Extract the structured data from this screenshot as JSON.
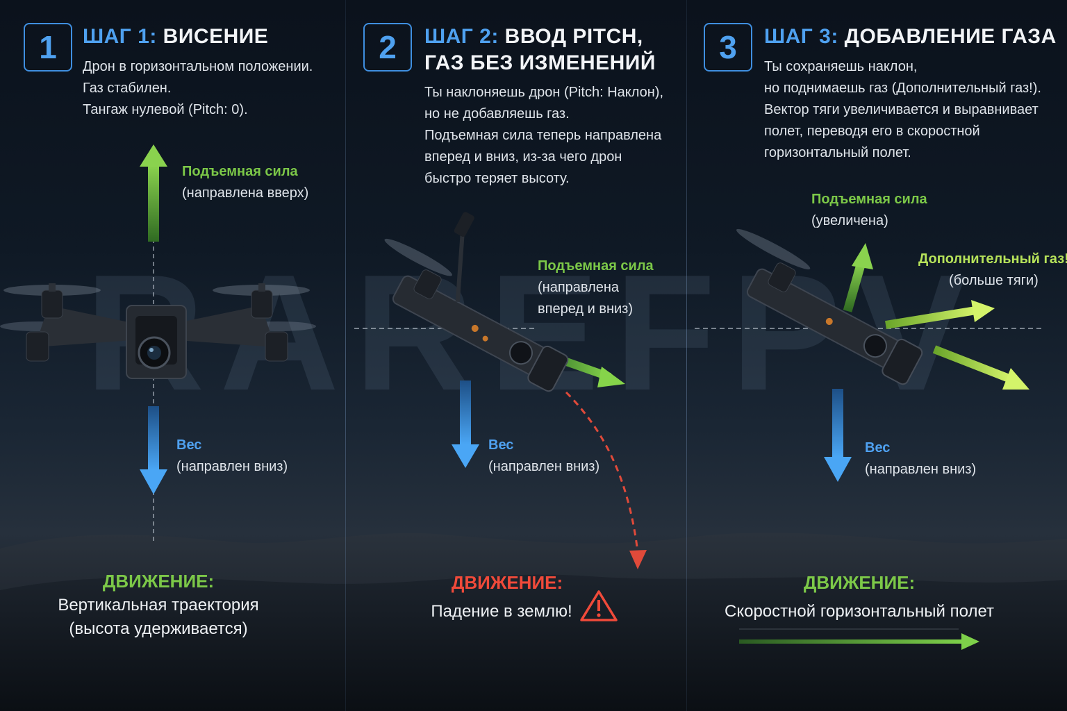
{
  "watermark": "RAREFPV",
  "steps": [
    {
      "number": "1",
      "title_label": "ШАГ 1:",
      "title_text": "ВИСЕНИЕ",
      "description": [
        "Дрон в горизонтальном положении.",
        "Газ стабилен.",
        "Тангаж нулевой (Pitch: 0)."
      ],
      "forces": [
        {
          "title": "Подъемная сила",
          "sub": [
            "(направлена вверх)"
          ]
        },
        {
          "title": "Вес",
          "sub": [
            "(направлен вниз)"
          ]
        }
      ],
      "motion_title": "ДВИЖЕНИЕ:",
      "motion_text": [
        "Вертикальная траектория",
        "(высота удерживается)"
      ]
    },
    {
      "number": "2",
      "title_label": "ШАГ 2:",
      "title_text": "ВВОД PITCH,",
      "title_line2": "ГАЗ БЕЗ ИЗМЕНЕНИЙ",
      "description": [
        "Ты наклоняешь дрон (Pitch: Наклон),",
        "но не добавляешь газ.",
        "Подъемная сила теперь направлена",
        "вперед и вниз, из-за чего дрон",
        "быстро теряет высоту."
      ],
      "forces": [
        {
          "title": "Подъемная сила",
          "sub": [
            "(направлена",
            "вперед и вниз)"
          ]
        },
        {
          "title": "Вес",
          "sub": [
            "(направлен вниз)"
          ]
        }
      ],
      "motion_title": "ДВИЖЕНИЕ:",
      "motion_text": [
        "Падение в землю!"
      ]
    },
    {
      "number": "3",
      "title_label": "ШАГ 3:",
      "title_text": "ДОБАВЛЕНИЕ ГАЗА",
      "description": [
        "Ты сохраняешь наклон,",
        "но поднимаешь газ (Дополнительный газ!).",
        "Вектор тяги увеличивается и выравнивает",
        "полет, переводя его в скоростной",
        "горизонтальный полет."
      ],
      "forces": [
        {
          "title": "Подъемная сила",
          "sub": [
            "(увеличена)"
          ]
        },
        {
          "title": "Дополнительный газ!",
          "sub": [
            "(больше тяги)"
          ]
        },
        {
          "title": "Вес",
          "sub": [
            "(направлен вниз)"
          ]
        }
      ],
      "motion_title": "ДВИЖЕНИЕ:",
      "motion_text": [
        "Скоростной горизонтальный полет"
      ]
    }
  ],
  "colors": {
    "lift": "#7cc848",
    "weight": "#3f8fe0",
    "extra_throttle": "#c6ee5a",
    "danger": "#f04a3a",
    "accent": "#4fa1f0"
  },
  "icons": [
    "warning-triangle-icon",
    "drone-icon"
  ]
}
